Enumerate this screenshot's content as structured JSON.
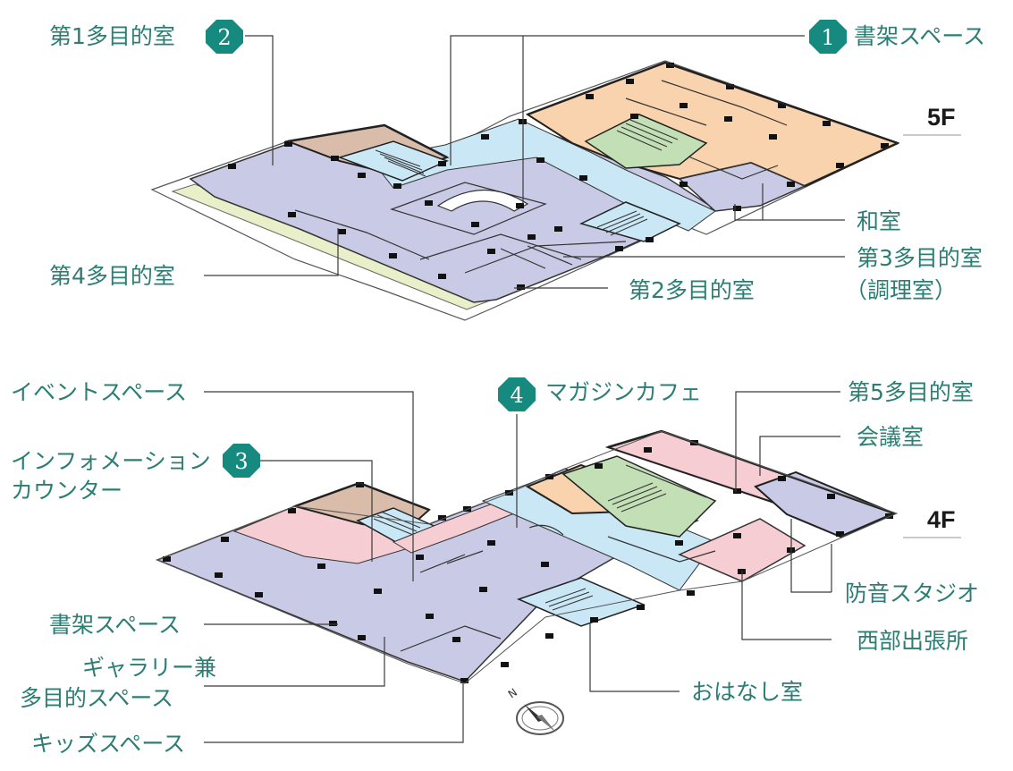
{
  "colors": {
    "label": "#2c7e74",
    "badge": "#168a7f",
    "floor_main": "#c9cbe6",
    "floor_peach": "#f8d3ad",
    "floor_green": "#c3dfb6",
    "floor_pink": "#f5cdd2",
    "floor_brown": "#d9bcaa",
    "floor_blue": "#c9e7f5"
  },
  "floors": {
    "upper": {
      "name": "5F",
      "labels": {
        "multi1": "第1多目的室",
        "bookshelf": "書架スペース",
        "washitsu": "和室",
        "multi3_line1": "第3多目的室",
        "multi3_line2": "（調理室）",
        "multi4": "第4多目的室",
        "multi2": "第2多目的室"
      },
      "badges": {
        "bookshelf": "1",
        "multi1": "2"
      }
    },
    "lower": {
      "name": "4F",
      "labels": {
        "event": "イベントスペース",
        "magazine": "マガジンカフェ",
        "multi5": "第5多目的室",
        "meeting": "会議室",
        "info_line1": "インフォメーション",
        "info_line2": "カウンター",
        "studio": "防音スタジオ",
        "bookshelf": "書架スペース",
        "west": "西部出張所",
        "gallery_line1": "ギャラリー兼",
        "gallery_line2": "多目的スペース",
        "ohanashi": "おはなし室",
        "kids": "キッズスペース"
      },
      "badges": {
        "info": "3",
        "magazine": "4"
      }
    }
  },
  "compass": {
    "north": "N",
    "icon": "compass-icon"
  }
}
